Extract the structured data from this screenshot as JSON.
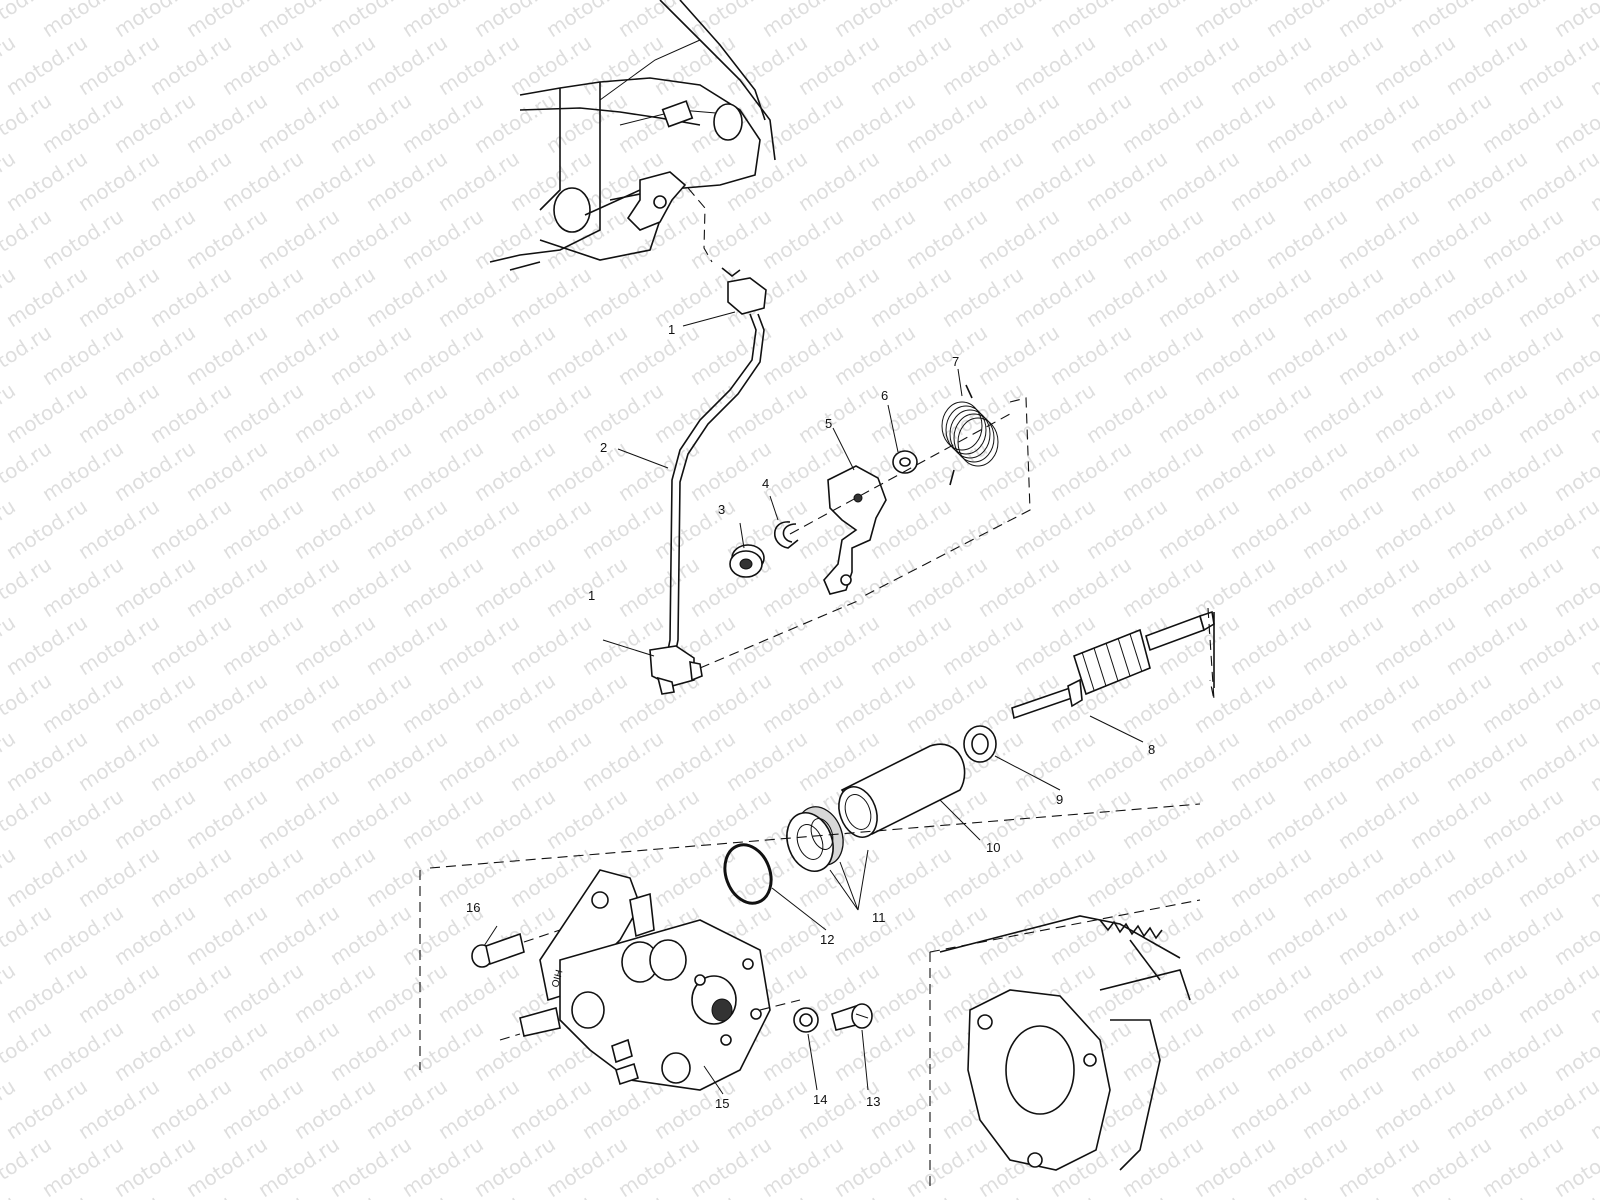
{
  "watermark": "motod.ru",
  "callouts": [
    {
      "id": "1",
      "text": "1"
    },
    {
      "id": "1b",
      "text": "1"
    },
    {
      "id": "2",
      "text": "2"
    },
    {
      "id": "3",
      "text": "3"
    },
    {
      "id": "4",
      "text": "4"
    },
    {
      "id": "5",
      "text": "5"
    },
    {
      "id": "6",
      "text": "6"
    },
    {
      "id": "7",
      "text": "7"
    },
    {
      "id": "8",
      "text": "8"
    },
    {
      "id": "9",
      "text": "9"
    },
    {
      "id": "10",
      "text": "10"
    },
    {
      "id": "11",
      "text": "11"
    },
    {
      "id": "12",
      "text": "12"
    },
    {
      "id": "13",
      "text": "13"
    },
    {
      "id": "14",
      "text": "14"
    },
    {
      "id": "15",
      "text": "15"
    },
    {
      "id": "16",
      "text": "16"
    }
  ],
  "colors": {
    "line": "#111111",
    "background": "#ffffff",
    "watermark": "#c4c4c4"
  }
}
